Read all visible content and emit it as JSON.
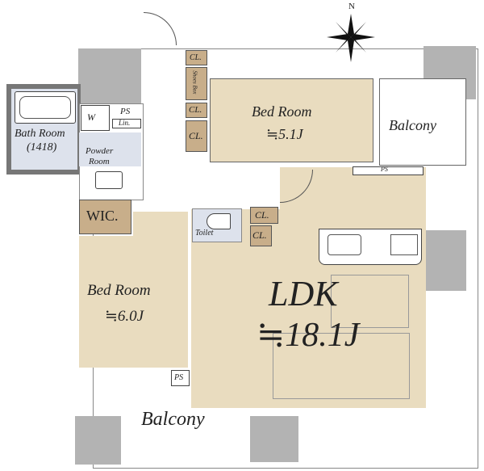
{
  "compass": {
    "north_label": "N"
  },
  "rooms": {
    "bath": {
      "name": "Bath Room",
      "size": "(1418)"
    },
    "powder": {
      "line1": "Powder",
      "line2": "Room"
    },
    "washer": "W",
    "ps_top": "PS",
    "linen": "Lin.",
    "shoes_box": "Shoes Box",
    "cl_1": "CL.",
    "cl_2": "CL.",
    "cl_3": "CL.",
    "cl_4": "CL.",
    "cl_5": "CL.",
    "bed1": {
      "name": "Bed Room",
      "size": "≒5.1J"
    },
    "balcony_top": "Balcony",
    "ps_right": "PS",
    "wic": "WIC.",
    "toilet": "Toilet",
    "bed2": {
      "name": "Bed Room",
      "size": "≒6.0J"
    },
    "ldk": {
      "name": "LDK",
      "size": "≒18.1J"
    },
    "ps_bottom": "PS",
    "balcony_bottom": "Balcony"
  },
  "colors": {
    "floor": "#e9dcbf",
    "closet": "#c8ae8a",
    "wet": "#dde2ec",
    "pillar": "#b3b3b3"
  }
}
